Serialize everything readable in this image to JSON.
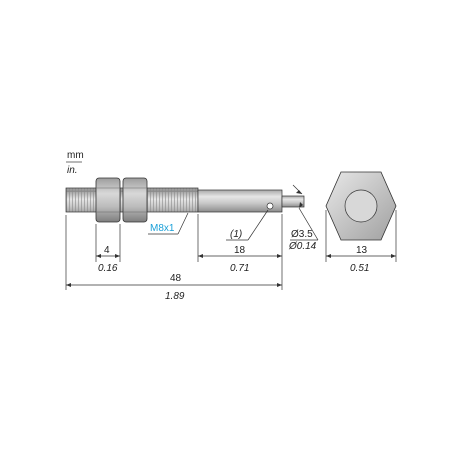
{
  "units": {
    "primary": "mm",
    "secondary": "in."
  },
  "thread_label": "M8x1",
  "note_marker": "(1)",
  "dimensions": {
    "nut_width": {
      "mm": "4",
      "in": "0.16"
    },
    "body_end": {
      "mm": "18",
      "in": "0.71"
    },
    "overall_length": {
      "mm": "48",
      "in": "1.89"
    },
    "cable_diameter": {
      "mm": "Ø3.5",
      "in": "Ø0.14"
    },
    "nut_across_flats": {
      "mm": "13",
      "in": "0.51"
    }
  },
  "colors": {
    "metal_light": "#dcdcdc",
    "metal_mid": "#b4b4b4",
    "metal_dark": "#8c8c8c",
    "outline": "#333333",
    "callout_blue": "#1aa0d8"
  }
}
